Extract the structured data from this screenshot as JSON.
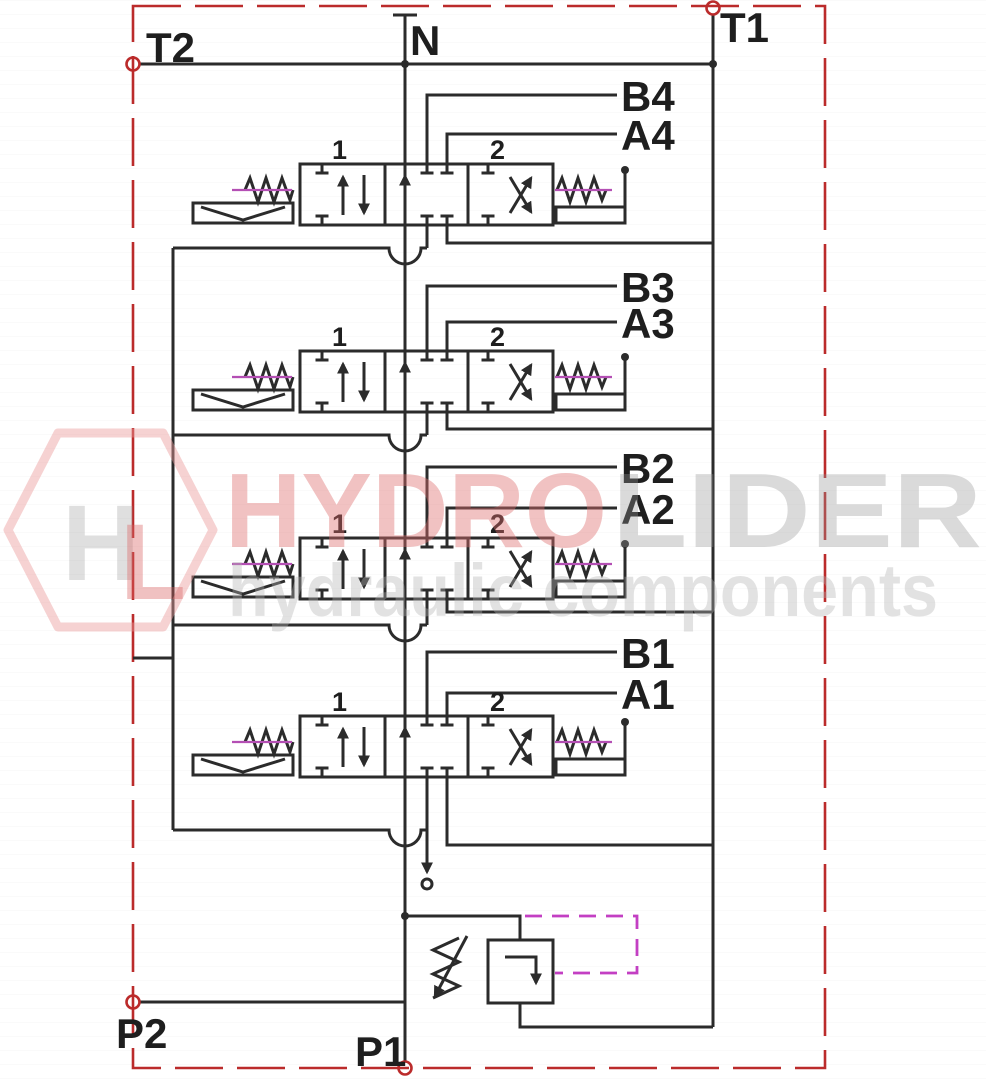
{
  "watermark": {
    "brand_left": "HYDRO",
    "brand_right": "LIDER",
    "tagline": "hydraulic components",
    "monogram_left": "H",
    "monogram_right": "L"
  },
  "ports": {
    "t2": "T2",
    "n": "N",
    "t1": "T1",
    "p2": "P2",
    "p1": "P1"
  },
  "sections": [
    {
      "b_label": "B4",
      "a_label": "A4",
      "pos1": "1",
      "pos2": "2"
    },
    {
      "b_label": "B3",
      "a_label": "A3",
      "pos1": "1",
      "pos2": "2"
    },
    {
      "b_label": "B2",
      "a_label": "A2",
      "pos1": "1",
      "pos2": "2"
    },
    {
      "b_label": "B1",
      "a_label": "A1",
      "pos1": "1",
      "pos2": "2"
    }
  ],
  "colors": {
    "line": "#2b2b2b",
    "border_red": "#bb2b2b",
    "spring_magenta": "#b44fb4",
    "pilot_magenta": "#c33fc3"
  }
}
